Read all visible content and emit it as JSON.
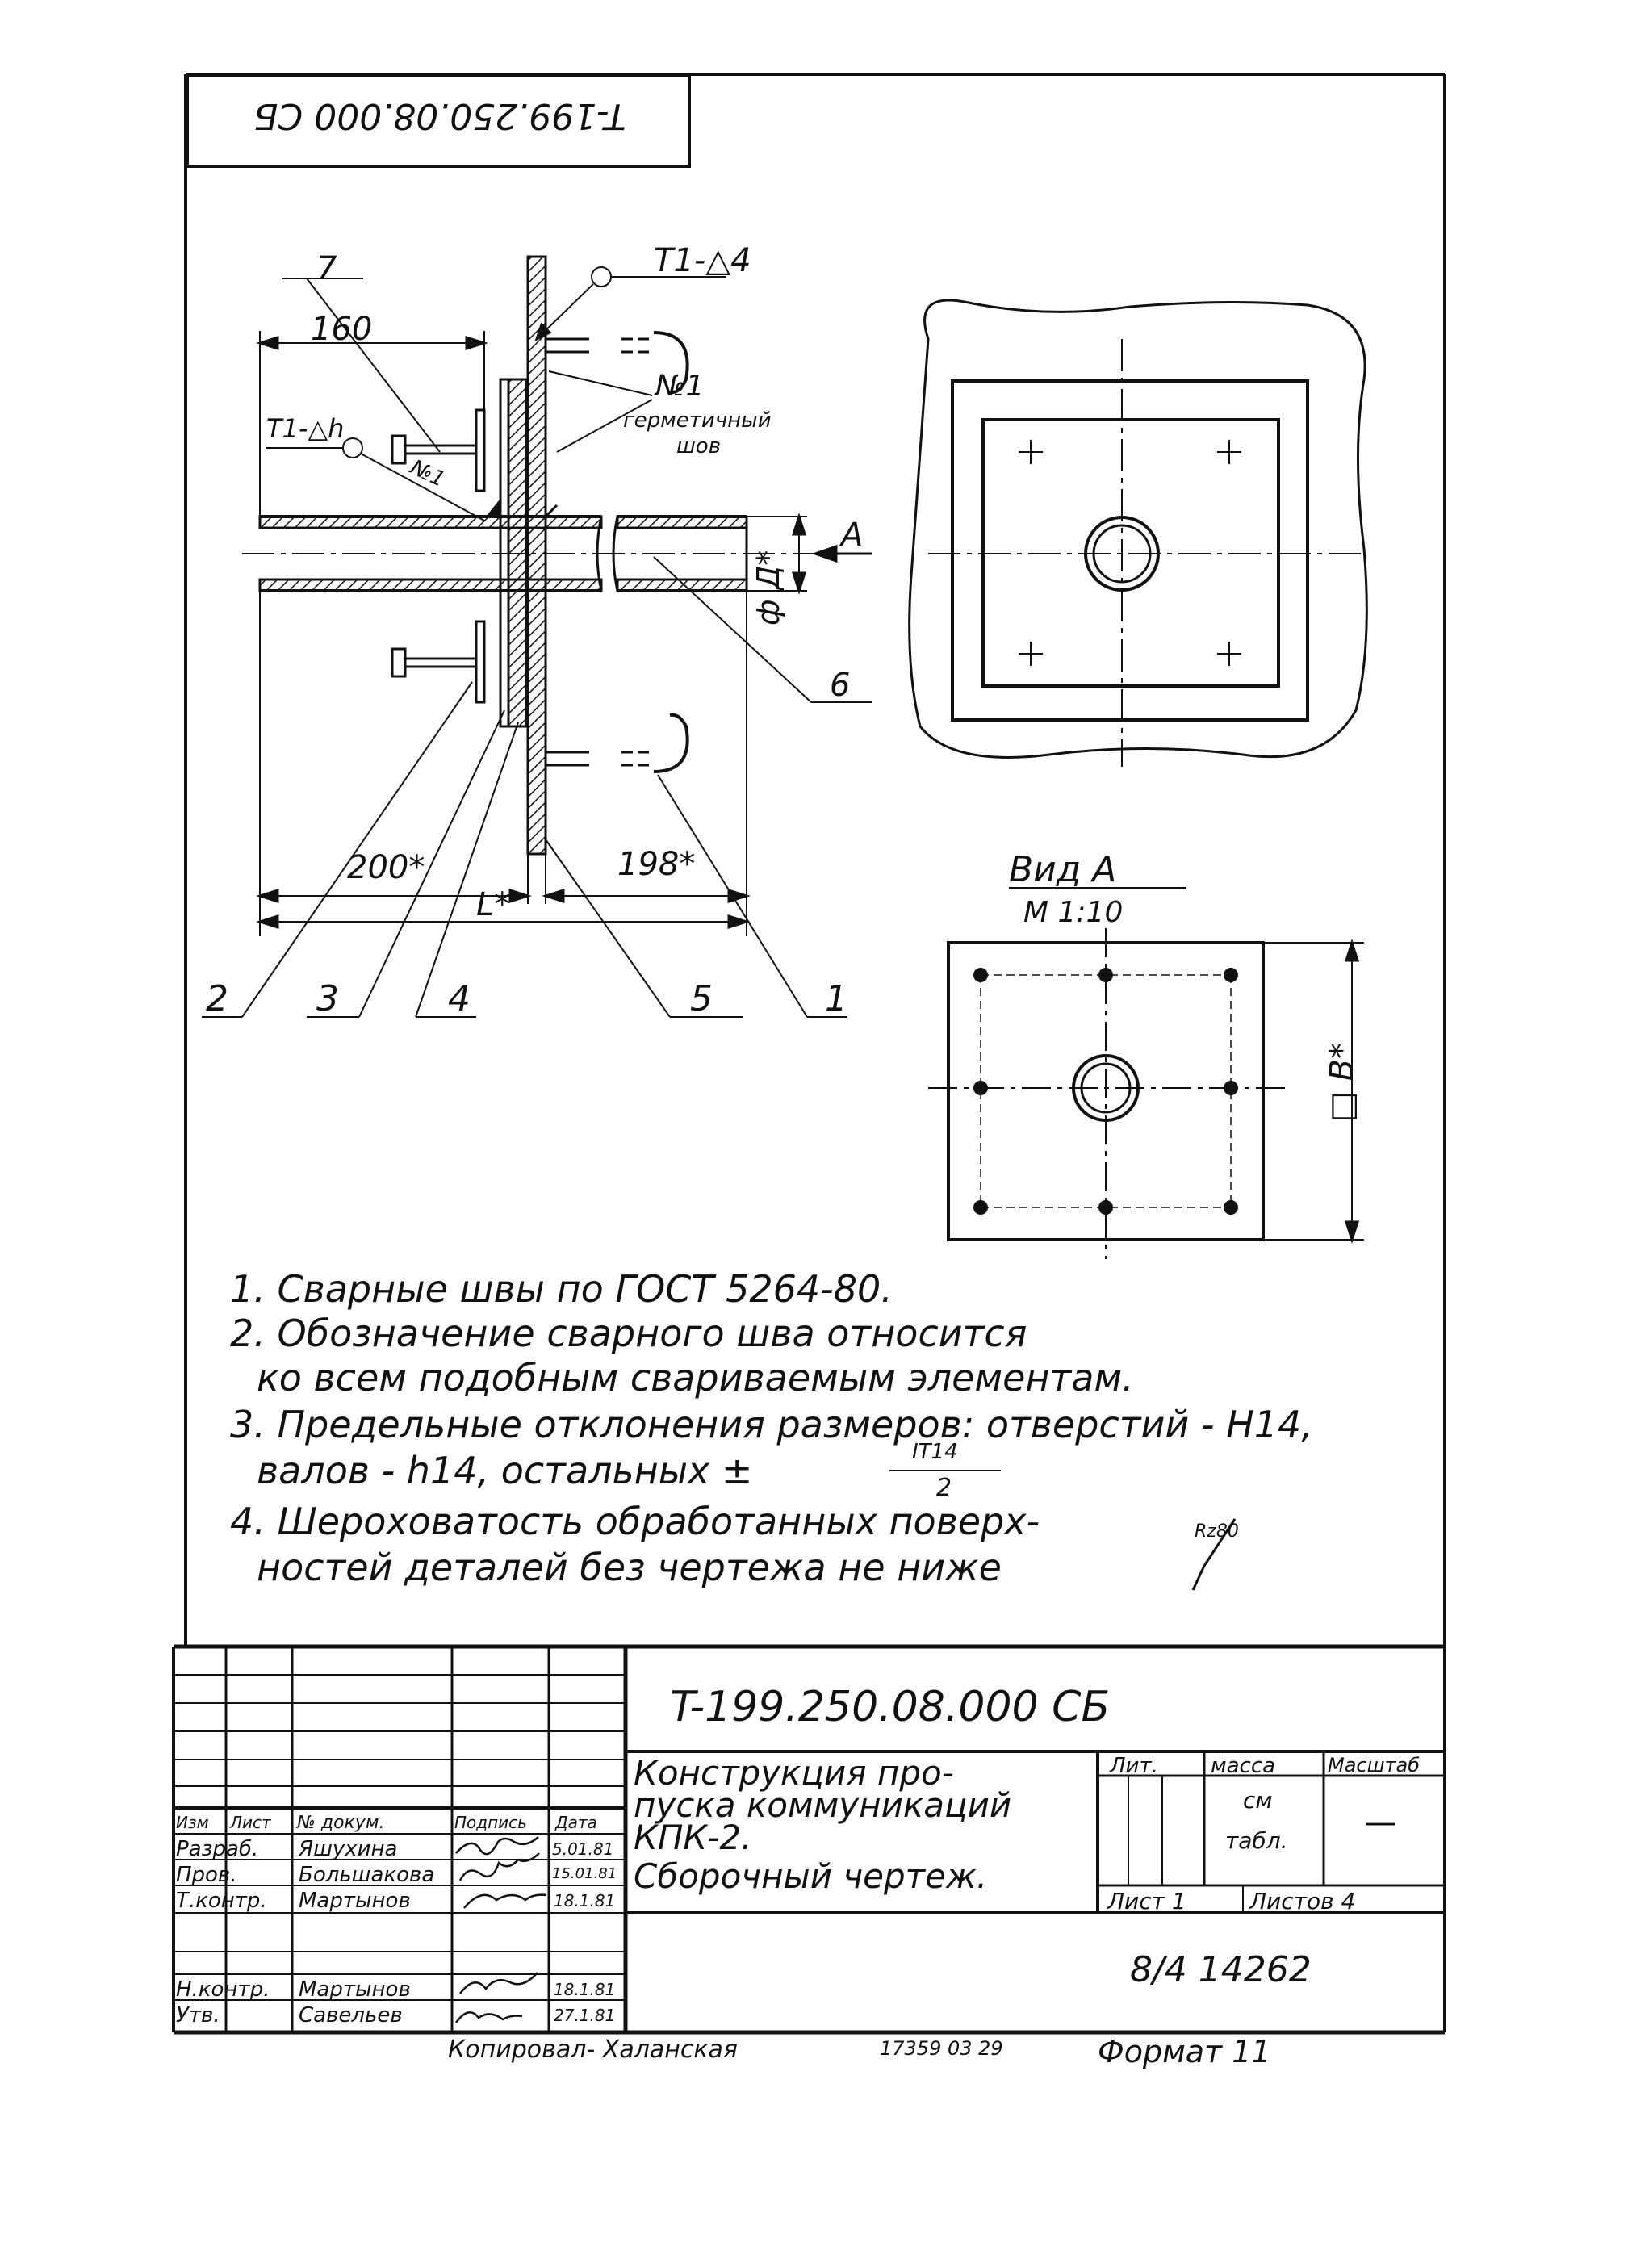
{
  "stamp_top": "T-199.250.08.000 СБ",
  "drawing": {
    "weld_label_top": "T1-△4",
    "weld_label_left": "T1-△h",
    "weld_no_right": "№1",
    "weld_no_left": "№1",
    "sealed_seam_line1": "герметичный",
    "sealed_seam_line2": "шов",
    "dim_160": "160",
    "dim_200": "200*",
    "dim_198": "198*",
    "dim_L": "L*",
    "dim_D": "ф Д*",
    "view_marker": "A",
    "callouts": [
      "7",
      "6",
      "2",
      "3",
      "4",
      "5",
      "1"
    ]
  },
  "view_a": {
    "title": "Вид А",
    "scale": "М 1:10",
    "dim_B": "□ В*"
  },
  "notes": [
    "1. Сварные швы по ГОСТ 5264-80.",
    "2. Обозначение сварного шва относится",
    "ко всем подобным свариваемым элементам.",
    "3. Предельные отклонения размеров: отверстий - Н14,",
    "валов - h14, остальных ±",
    "4. Шероховатость обработанных поверх-",
    "ностей деталей без чертежа не ниже"
  ],
  "tolerance_fraction": {
    "num": "IT14",
    "den": "2"
  },
  "roughness": "Rz80",
  "title_block": {
    "doc_code": "T-199.250.08.000 СБ",
    "name_lines": [
      "Конструкция про-",
      "пуска коммуникаций",
      "КПК-2.",
      "Сборочный чертеж."
    ],
    "col_headers": [
      "Изм",
      "Лист",
      "№ докум.",
      "Подпись",
      "Дата"
    ],
    "rows": [
      {
        "role": "Разраб.",
        "name": "Яшухина",
        "date": "5.01.81"
      },
      {
        "role": "Пров.",
        "name": "Большакова",
        "date": "15.01.81"
      },
      {
        "role": "Т.контр.",
        "name": "Мартынов",
        "date": "18.1.81"
      },
      {
        "role": "Н.контр.",
        "name": "Мартынов",
        "date": "18.1.81"
      },
      {
        "role": "Утв.",
        "name": "Савельев",
        "date": "27.1.81"
      }
    ],
    "lit_label": "Лит.",
    "mass_label": "масса",
    "scale_label": "Масштаб",
    "mass_value_line1": "см",
    "mass_value_line2": "табл.",
    "scale_value": "—",
    "sheet_label": "Лист 1",
    "sheets_label": "Листов 4",
    "org_code": "8/4 14262"
  },
  "footer": {
    "copied": "Копировал- Халанская",
    "num": "17359 03 29",
    "format": "Формат 11"
  }
}
